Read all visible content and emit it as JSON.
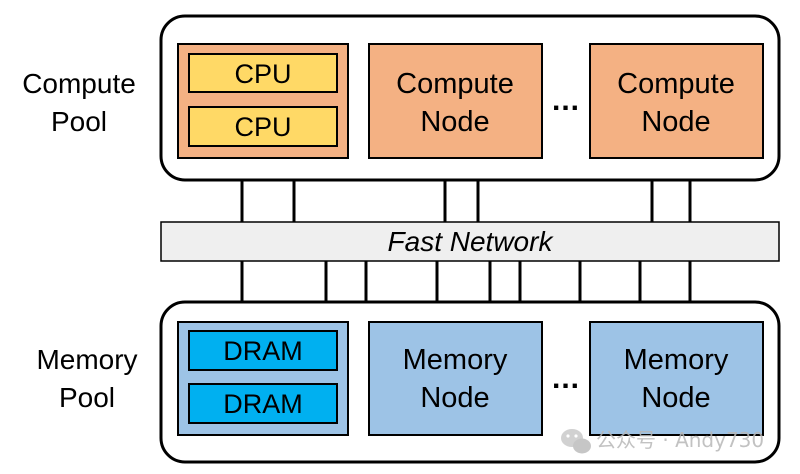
{
  "compute_pool": {
    "label_line1": "Compute",
    "label_line2": "Pool",
    "chip1": "CPU",
    "chip2": "CPU",
    "node2_line1": "Compute",
    "node2_line2": "Node",
    "ellipsis": "...",
    "node3_line1": "Compute",
    "node3_line2": "Node"
  },
  "network": {
    "label": "Fast Network"
  },
  "memory_pool": {
    "label_line1": "Memory",
    "label_line2": "Pool",
    "chip1": "DRAM",
    "chip2": "DRAM",
    "node2_line1": "Memory",
    "node2_line2": "Node",
    "ellipsis": "...",
    "node3_line1": "Memory",
    "node3_line2": "Node"
  },
  "watermark": "公众号 · Andy730",
  "colors": {
    "compute_node": "#f4b183",
    "cpu_chip": "#ffd966",
    "memory_node": "#9dc3e6",
    "dram_chip": "#00b0f0",
    "network_bar": "#efefef"
  }
}
